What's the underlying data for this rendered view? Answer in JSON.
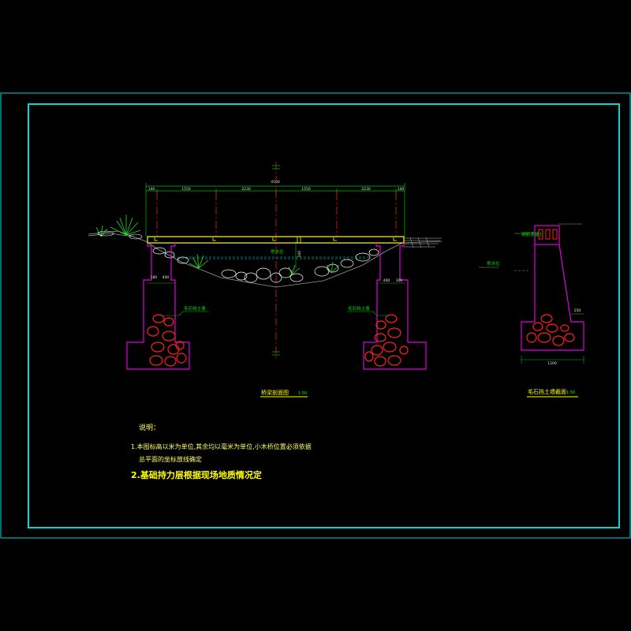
{
  "drawing": {
    "colors": {
      "background": "#000000",
      "frame": "#00d8d8",
      "deck": "#ffff00",
      "abutment": "#e000e0",
      "axis": "#ff2020",
      "dimension": "#00c000",
      "dimension_text": "#e6e6e6",
      "label": "#00e000",
      "note": "#ffff66",
      "rock": "#ffffff",
      "plant": "#22dd22"
    },
    "elevation": {
      "overall_dim": "4500",
      "segment_dims": [
        "140",
        "1550",
        "2230",
        "1550",
        "2230",
        "140"
      ],
      "water_label": "常水位",
      "depth_dim": "340",
      "footing_left_dims": [
        "180",
        "400"
      ],
      "footing_right_dims": [
        "400",
        "300"
      ],
      "wall_label_left": "毛石挡土墙",
      "wall_label_right": "毛石挡土墙",
      "title": "桥梁剖面图",
      "scale": "1:50"
    },
    "section": {
      "top_label": "钢筋混凝土",
      "water_label": "常水位",
      "dim_small": "250",
      "base_dim": "1200",
      "title": "毛石挡土墙截面",
      "scale": "1:50"
    },
    "notes": {
      "heading": "说明：",
      "line1": "1.本图标高以米为单位,其余均以毫米为单位,小木桥位置必须依据",
      "line2": "总平面的坐标放线确定",
      "line3": "2.基础持力层根据现场地质情况定"
    }
  }
}
